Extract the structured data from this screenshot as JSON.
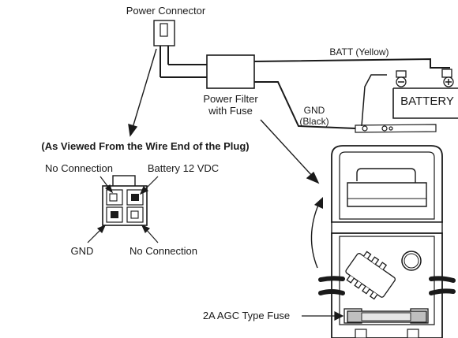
{
  "labels": {
    "power_connector": "Power Connector",
    "batt_wire": "BATT (Yellow)",
    "battery": "BATTERY",
    "minus_terminal": "−",
    "plus_terminal": "+",
    "power_filter_line1": "Power Filter",
    "power_filter_line2": "with Fuse",
    "gnd_wire_line1": "GND",
    "gnd_wire_line2": "(Black)",
    "plug_view_caption": "(As Viewed From the Wire End of the Plug)",
    "pin_no_connection_top": "No Connection",
    "pin_battery": "Battery 12 VDC",
    "pin_gnd": "GND",
    "pin_no_connection_bottom": "No Connection",
    "fuse_label": "2A AGC Type Fuse"
  },
  "colors": {
    "line": "#1a1a1a",
    "fuse_body": "#bfbfbf",
    "background": "#ffffff"
  }
}
